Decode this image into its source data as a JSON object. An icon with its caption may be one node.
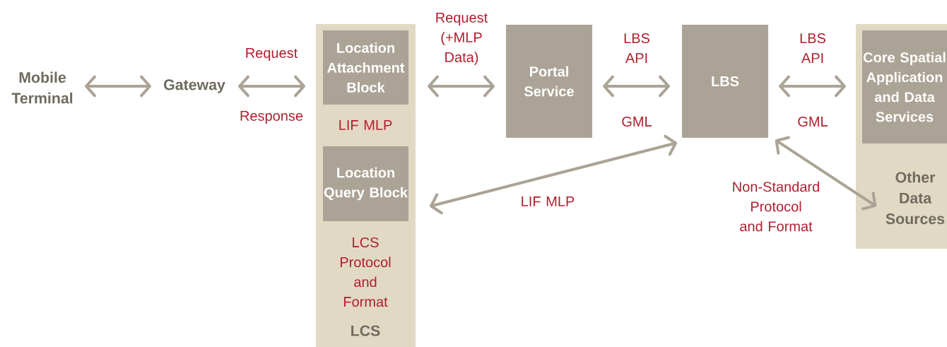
{
  "diagram": {
    "nodes": [
      {
        "text": [
          "Mobile Terminal"
        ]
      },
      {
        "text": [
          "Gateway"
        ]
      },
      {
        "text": [
          "LIF MLP",
          "LCS Protocol and Format",
          "LCS"
        ]
      },
      {
        "text": [
          "Location Attachment Block"
        ],
        "in": 2
      },
      {
        "text": [
          "Location Query Block"
        ],
        "in": 2
      },
      {
        "text": [
          "Portal Service"
        ]
      },
      {
        "text": [
          "LBS"
        ]
      },
      {
        "text": [],
        "shape": "box"
      },
      {
        "text": [
          "Core Spatial Application and Data Services"
        ],
        "in": 7
      },
      {
        "text": [
          "Other Data Sources"
        ],
        "in": 7
      }
    ],
    "edges": [
      {
        "from": 0,
        "to": 1,
        "arrow": "both"
      },
      {
        "from": 1,
        "to": 3,
        "arrow": "both",
        "label": "Request"
      },
      {
        "from": 3,
        "to": 5,
        "arrow": "both",
        "label": "Request (+MLP Data)"
      },
      {
        "from": 5,
        "to": 6,
        "arrow": "both",
        "label": "LBS API"
      },
      {
        "from": 6,
        "to": 8,
        "arrow": "both",
        "label": "LBS API"
      },
      {
        "from": 4,
        "to": 6,
        "arrow": "both",
        "label": "LIF MLP"
      },
      {
        "from": 6,
        "to": 9,
        "arrow": "both",
        "label": "Non-Standard Protocol and Format"
      }
    ],
    "labels": [
      "Response",
      "GML",
      "GML"
    ]
  }
}
